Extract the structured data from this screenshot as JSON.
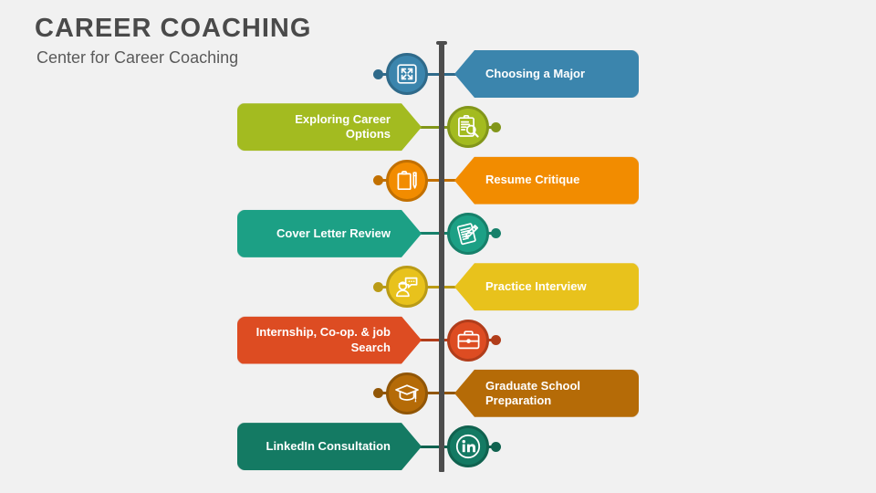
{
  "heading": {
    "title": "CAREER COACHING",
    "subtitle": "Center for Career Coaching"
  },
  "colors": {
    "background": "#f1f1f1",
    "spine": "#4d4d4d",
    "title_text": "#4a4a4a",
    "subtitle_text": "#5a5a5a",
    "label_text": "#ffffff"
  },
  "rows": [
    {
      "label": "Choosing a Major",
      "side": "right",
      "color": "#3b85ad",
      "icon": "fullscreen-expand-icon",
      "label_align": "left"
    },
    {
      "label": "Exploring Career Options",
      "side": "left",
      "color": "#a3bb20",
      "icon": "clipboard-search-icon",
      "label_align": "right"
    },
    {
      "label": "Resume Critique",
      "side": "right",
      "color": "#f28c00",
      "icon": "clipboard-pencil-icon",
      "label_align": "left"
    },
    {
      "label": "Cover Letter Review",
      "side": "left",
      "color": "#1ca085",
      "icon": "notepad-pen-icon",
      "label_align": "right"
    },
    {
      "label": "Practice Interview",
      "side": "right",
      "color": "#e8c21c",
      "icon": "person-speech-bubble-icon",
      "label_align": "left"
    },
    {
      "label": "Internship, Co-op. & job Search",
      "side": "left",
      "color": "#dd4c22",
      "icon": "briefcase-icon",
      "label_align": "right"
    },
    {
      "label": "Graduate School Preparation",
      "side": "right",
      "color": "#b56b07",
      "icon": "graduation-cap-icon",
      "label_align": "left"
    },
    {
      "label": "LinkedIn Consultation",
      "side": "left",
      "color": "#147a63",
      "icon": "linkedin-icon",
      "label_align": "right"
    }
  ]
}
